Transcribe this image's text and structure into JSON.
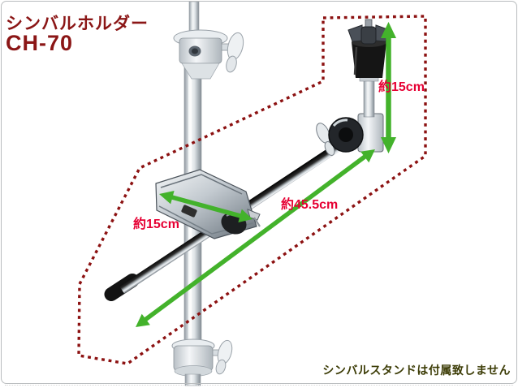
{
  "page": {
    "title_line1": "シンバルホルダー",
    "title_line2": "CH-70",
    "note": "シンバルスタンドは付属致しません"
  },
  "dimensions": {
    "holder_height": "約15cm",
    "arm_length": "約45.5cm",
    "clamp_width": "約15cm"
  },
  "colors": {
    "title": "#8b1616",
    "dimension_label": "#e60033",
    "arrow_green": "#43b22b",
    "outline_dotted": "#8c1111",
    "note": "#3c3c06",
    "frame_border": "#b9bcbe",
    "background": "#ffffff"
  }
}
